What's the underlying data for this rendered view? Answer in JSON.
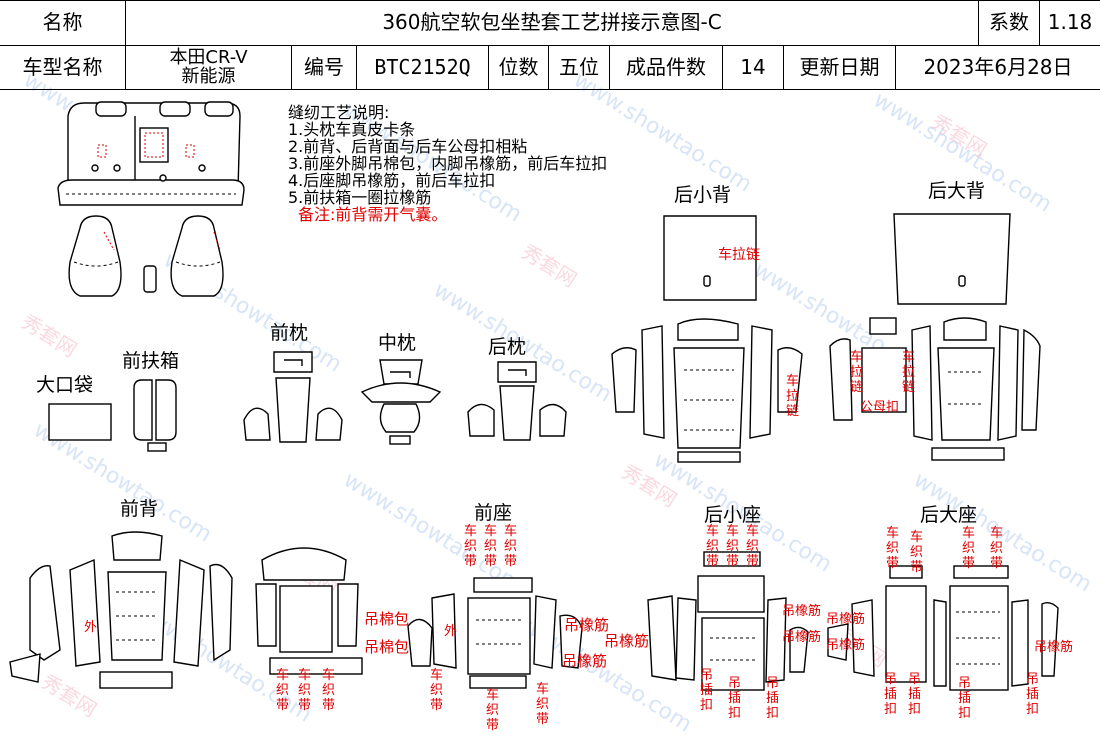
{
  "header": {
    "name_label": "名称",
    "title": "360航空软包坐垫套工艺拼接示意图-C",
    "coef_label": "系数",
    "coef_value": "1.18",
    "model_label": "车型名称",
    "model_value": "本田CR-V\n新能源",
    "code_label": "编号",
    "code_value": "BTC2152Q",
    "seats_label": "位数",
    "seats_value": "五位",
    "pieces_label": "成品件数",
    "pieces_value": "14",
    "date_label": "更新日期",
    "date_value": "2023年6月28日"
  },
  "notes": {
    "heading": "缝纫工艺说明:",
    "items": [
      "1.头枕车真皮卡条",
      "2.前背、后背面与后车公母扣相粘",
      "3.前座外脚吊棉包，内脚吊橡筋，前后车拉扣",
      "4.后座脚吊橡筋，前后车拉扣",
      "5.前扶箱一圈拉橡筋"
    ],
    "remark": "备注:前背需开气囊。"
  },
  "labels": {
    "big_bag": "大口袋",
    "front_armrest": "前扶箱",
    "front_pillow": "前枕",
    "mid_pillow": "中枕",
    "rear_pillow": "后枕",
    "rear_small_back": "后小背",
    "rear_big_back": "后大背",
    "front_back": "前背",
    "front_seat": "前座",
    "rear_small_seat": "后小座",
    "rear_big_seat": "后大座"
  },
  "red": {
    "zipper": "车拉链",
    "zipper_v": "车\n拉\n链",
    "snap": "公母扣",
    "webbing": "车\n织\n带",
    "hang_cotton": "吊棉包",
    "hang_rubber": "吊橡筋",
    "hang_buckle": "吊\n插\n扣",
    "outer": "外"
  },
  "watermark": {
    "text": "www.showtao.com",
    "brand": "秀套网"
  }
}
